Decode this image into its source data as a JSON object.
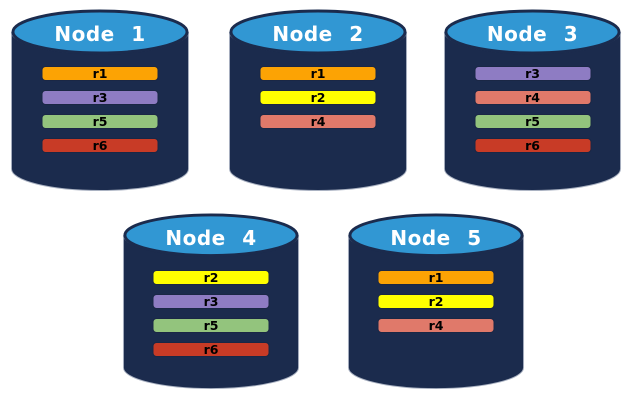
{
  "palette": {
    "background": "#FFFFFF",
    "cylinder-body": "#1B2B4D",
    "cylinder-top": "#3197D3",
    "node-title-color": "#FFFFFF",
    "bar-text-color": "#000000"
  },
  "replica_colors": {
    "r1": "#FCA304",
    "r2": "#FFFF00",
    "r3": "#8E7CC3",
    "r4": "#E0796A",
    "r5": "#93C47D",
    "r6": "#C83B26"
  },
  "nodes": [
    {
      "label": "Node 1",
      "replicas": [
        {
          "label": "r1",
          "color": "#FCA304"
        },
        {
          "label": "r3",
          "color": "#8E7CC3"
        },
        {
          "label": "r5",
          "color": "#93C47D"
        },
        {
          "label": "r6",
          "color": "#C83B26"
        }
      ]
    },
    {
      "label": "Node 2",
      "replicas": [
        {
          "label": "r1",
          "color": "#FCA304"
        },
        {
          "label": "r2",
          "color": "#FFFF00"
        },
        {
          "label": "r4",
          "color": "#E0796A"
        }
      ]
    },
    {
      "label": "Node 3",
      "replicas": [
        {
          "label": "r3",
          "color": "#8E7CC3"
        },
        {
          "label": "r4",
          "color": "#E0796A"
        },
        {
          "label": "r5",
          "color": "#93C47D"
        },
        {
          "label": "r6",
          "color": "#C83B26"
        }
      ]
    },
    {
      "label": "Node 4",
      "replicas": [
        {
          "label": "r2",
          "color": "#FFFF00"
        },
        {
          "label": "r3",
          "color": "#8E7CC3"
        },
        {
          "label": "r5",
          "color": "#93C47D"
        },
        {
          "label": "r6",
          "color": "#C83B26"
        }
      ]
    },
    {
      "label": "Node 5",
      "replicas": [
        {
          "label": "r1",
          "color": "#FCA304"
        },
        {
          "label": "r2",
          "color": "#FFFF00"
        },
        {
          "label": "r4",
          "color": "#E0796A"
        }
      ]
    }
  ]
}
